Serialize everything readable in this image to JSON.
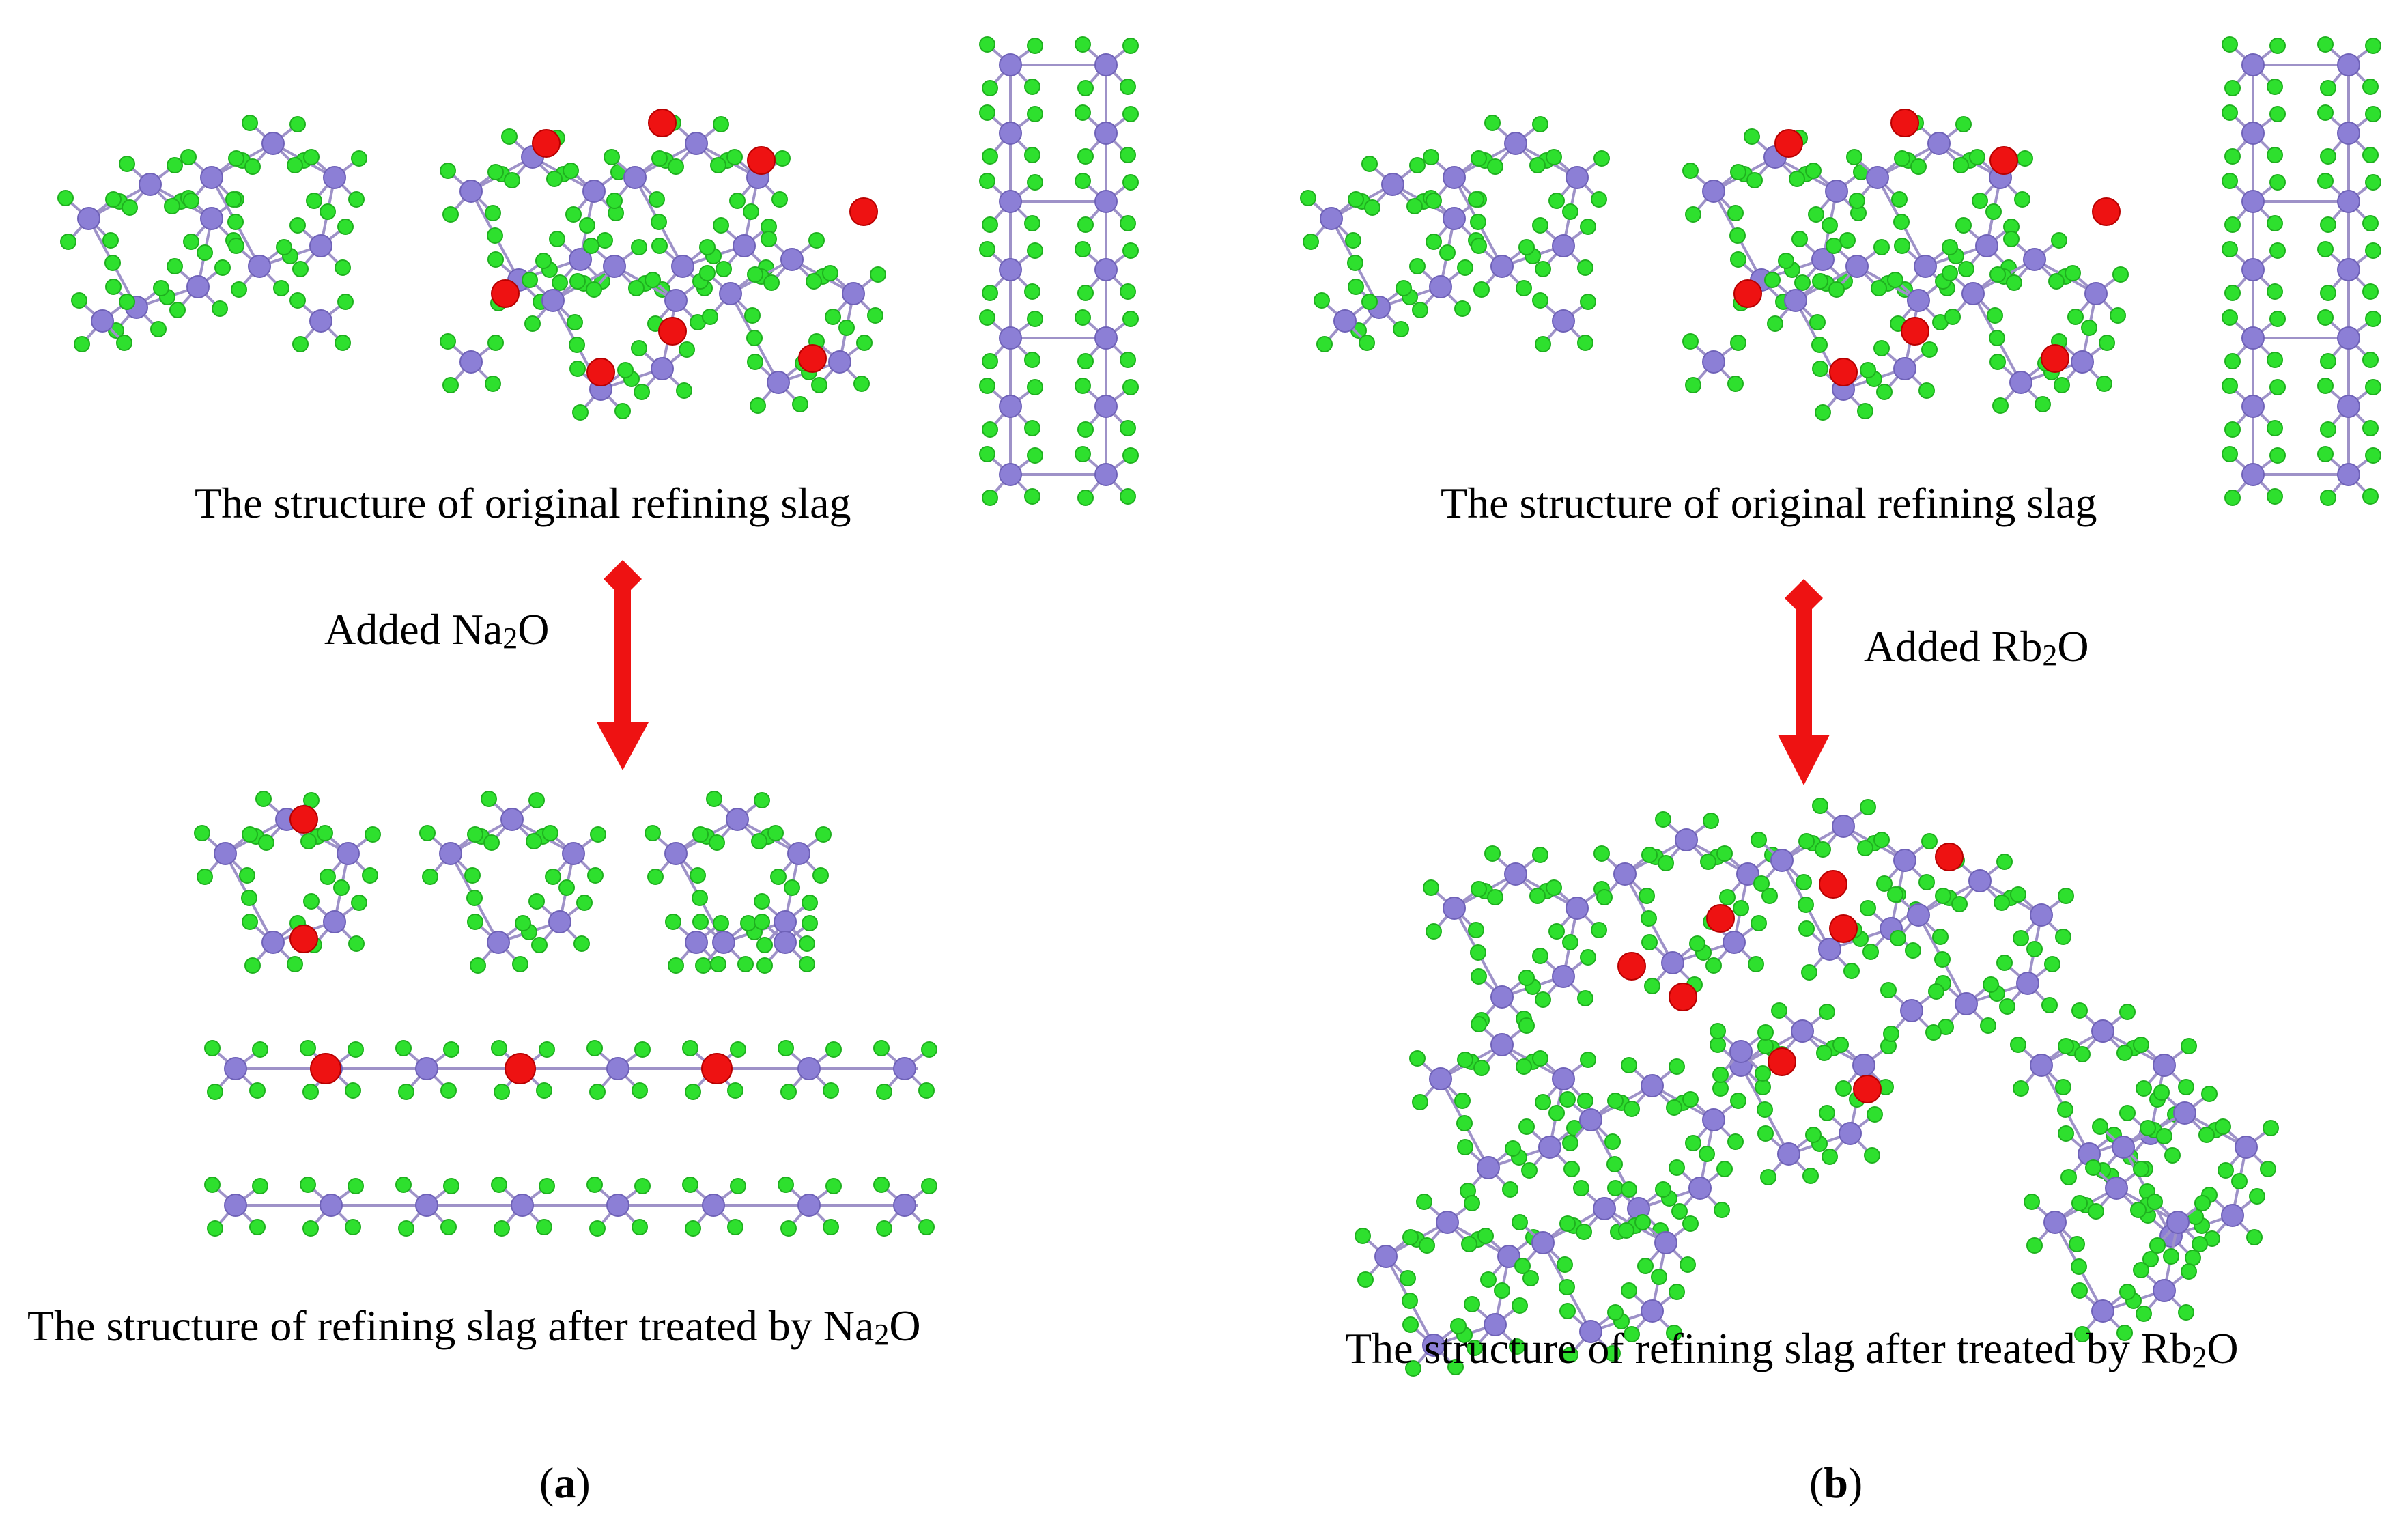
{
  "panel_a": {
    "caption_top": "The structure of original refining slag",
    "arrow_label": {
      "prefix": "Added Na",
      "subscript": "2",
      "suffix": "O"
    },
    "caption_bottom": {
      "prefix": "The structure of refining slag after treated by Na",
      "subscript": "2",
      "suffix": "O"
    },
    "panel_label": {
      "open": "(",
      "letter": "a",
      "close": ")"
    }
  },
  "panel_b": {
    "caption_top": "The structure of original refining slag",
    "arrow_label": {
      "prefix": "Added Rb",
      "subscript": "2",
      "suffix": "O"
    },
    "caption_bottom": {
      "prefix": "The structure of refining slag after treated by Rb",
      "subscript": "2",
      "suffix": "O"
    },
    "panel_label": {
      "open": "(",
      "letter": "b",
      "close": ")"
    }
  },
  "colors": {
    "silicon_atom": "#8c7fd6",
    "oxygen_atom": "#2ee02e",
    "modifier_atom": "#ee1212",
    "arrow": "#ee1212"
  }
}
